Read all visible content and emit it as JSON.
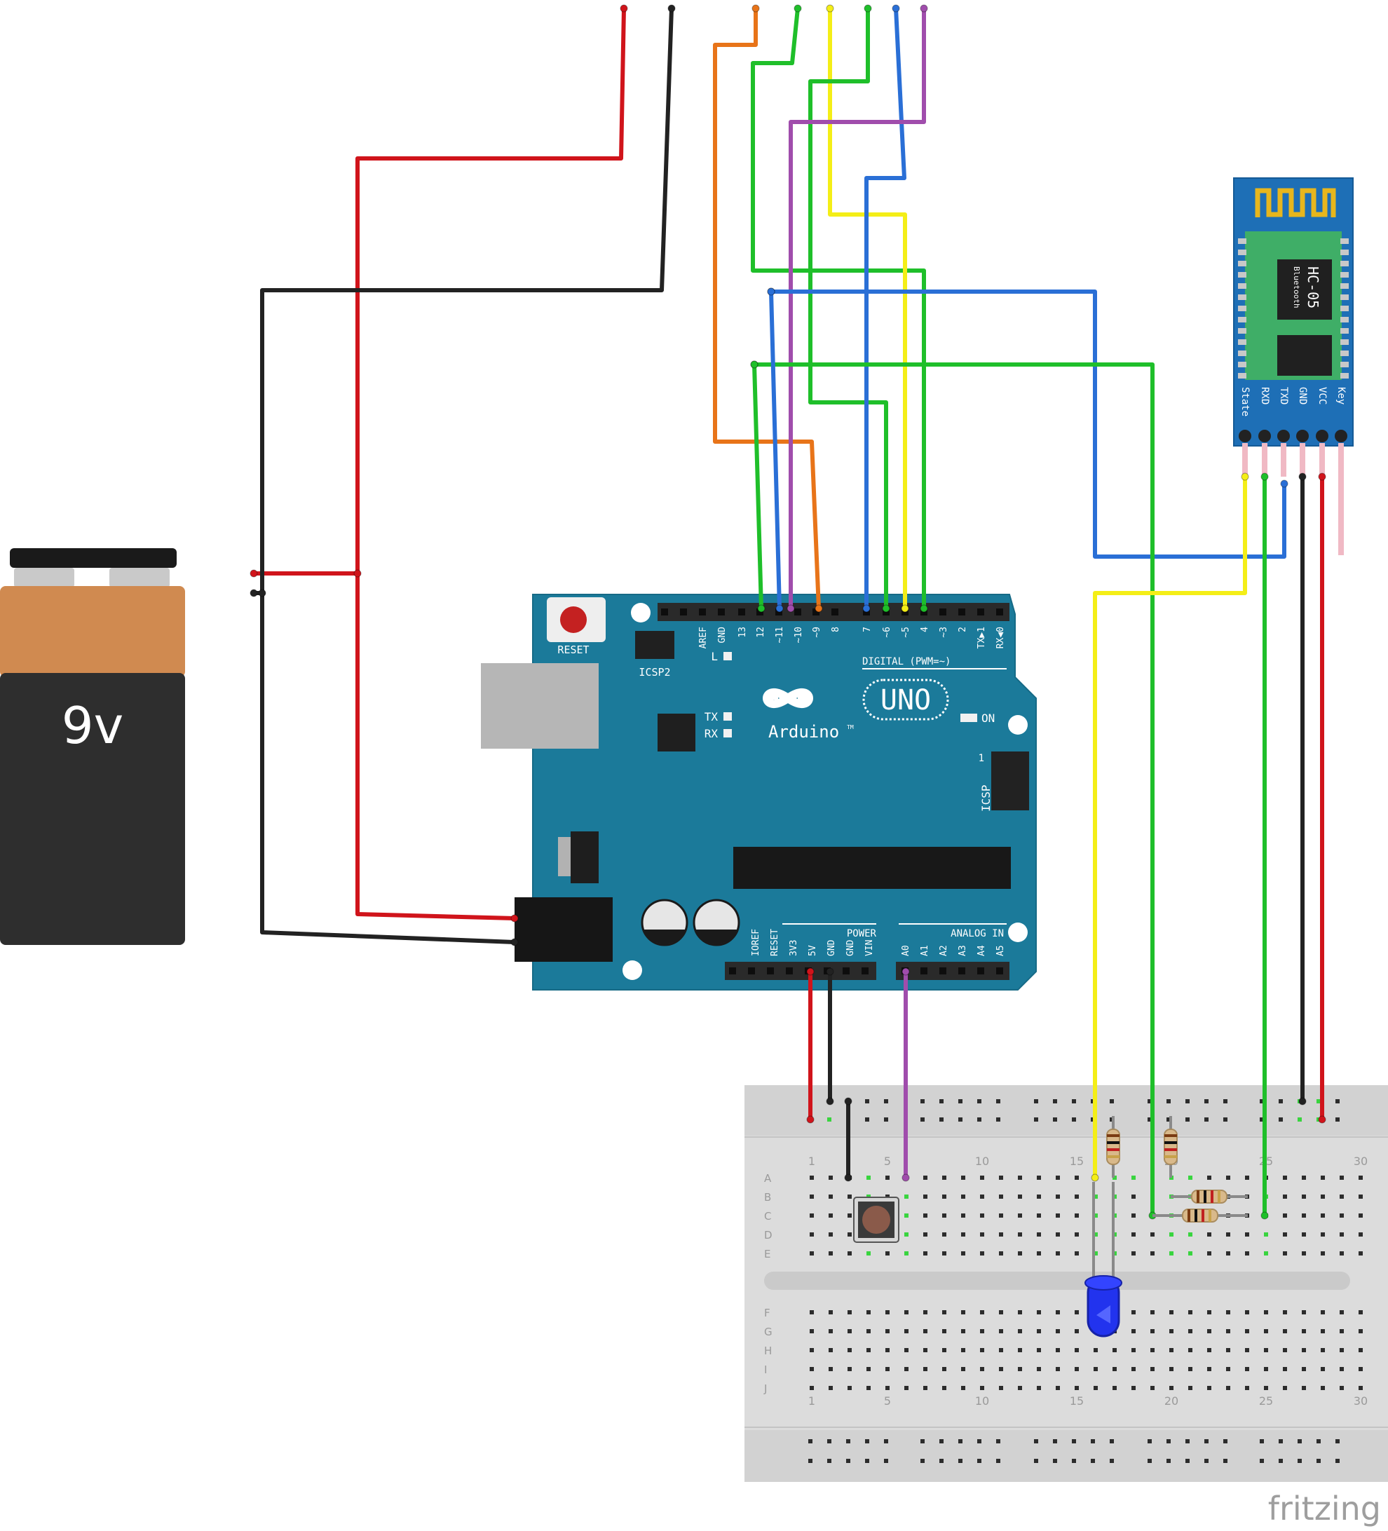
{
  "battery": {
    "label": "9v"
  },
  "arduino": {
    "reset_label": "RESET",
    "icsp2_label": "ICSP2",
    "icsp_label": "ICSP",
    "brand": "Arduino",
    "tm": "TM",
    "model": "UNO",
    "on_label": "ON",
    "l_label": "L",
    "tx_label": "TX",
    "rx_label": "RX",
    "digital_label": "DIGITAL (PWM=~)",
    "power_label": "POWER",
    "analog_label": "ANALOG IN",
    "icsp_pin1": "1",
    "digital_pins": [
      "AREF",
      "GND",
      "13",
      "12",
      "~11",
      "~10",
      "~9",
      "8",
      "7",
      "~6",
      "~5",
      "4",
      "~3",
      "2",
      "TX▶1",
      "RX◀0"
    ],
    "power_pins": [
      "IOREF",
      "RESET",
      "3V3",
      "5V",
      "GND",
      "GND",
      "VIN"
    ],
    "analog_pins": [
      "A0",
      "A1",
      "A2",
      "A3",
      "A4",
      "A5"
    ]
  },
  "bluetooth": {
    "name": "HC-05",
    "sub": "Bluetooth",
    "pins": [
      "State",
      "RXD",
      "TXD",
      "GND",
      "VCC",
      "Key"
    ]
  },
  "breadboard": {
    "col_numbers": [
      "1",
      "5",
      "10",
      "15",
      "20",
      "25",
      "30"
    ],
    "rows_top": [
      "A",
      "B",
      "C",
      "D",
      "E"
    ],
    "rows_bottom": [
      "F",
      "G",
      "H",
      "I",
      "J"
    ]
  },
  "watermark": "fritzing",
  "colors": {
    "board": "#1b7a9a",
    "wire_red": "#d0141b",
    "wire_black": "#222222",
    "wire_green": "#1fbf2a",
    "wire_yellow": "#f4ee17",
    "wire_blue": "#2a6fd6",
    "wire_purple": "#a04dac",
    "wire_orange": "#e87419",
    "led": "#2233ee"
  }
}
